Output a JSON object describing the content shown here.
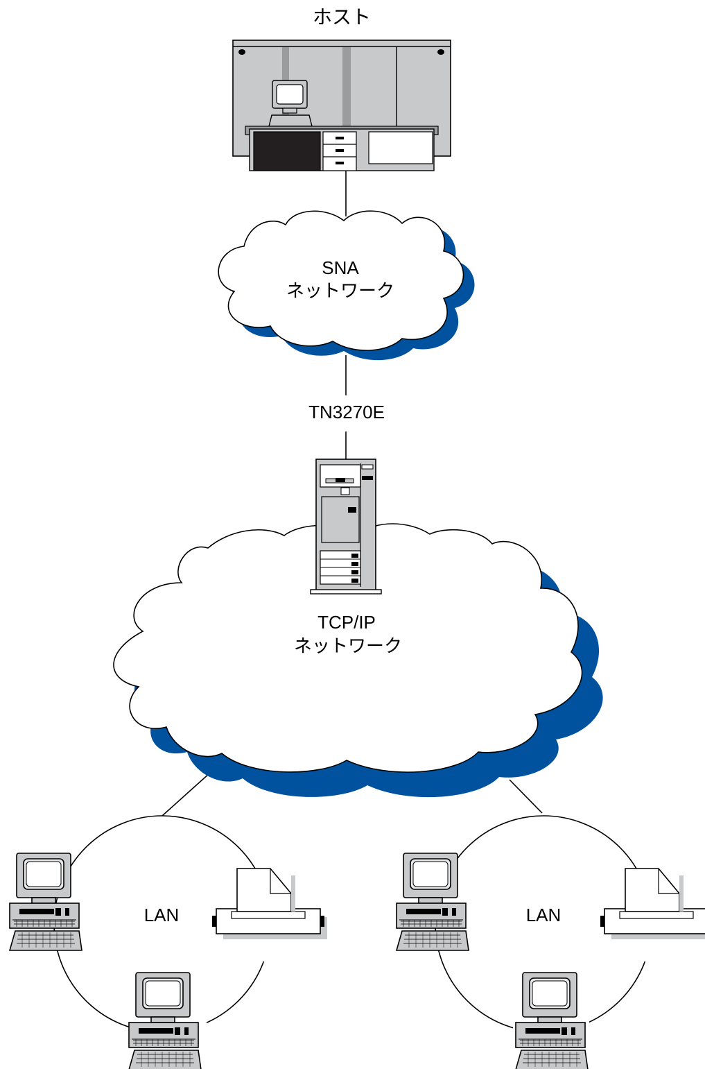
{
  "diagram": {
    "host_label": "ホスト",
    "sna_cloud": {
      "line1": "SNA",
      "line2": "ネットワーク"
    },
    "protocol_label": "TN3270E",
    "tcpip_cloud": {
      "line1": "TCP/IP",
      "line2": "ネットワーク"
    },
    "lans": [
      {
        "label": "LAN"
      },
      {
        "label": "LAN"
      }
    ],
    "colors": {
      "cloud_shadow": "#00519e",
      "device_gray": "#c8c9cb",
      "outline": "#000000"
    }
  }
}
